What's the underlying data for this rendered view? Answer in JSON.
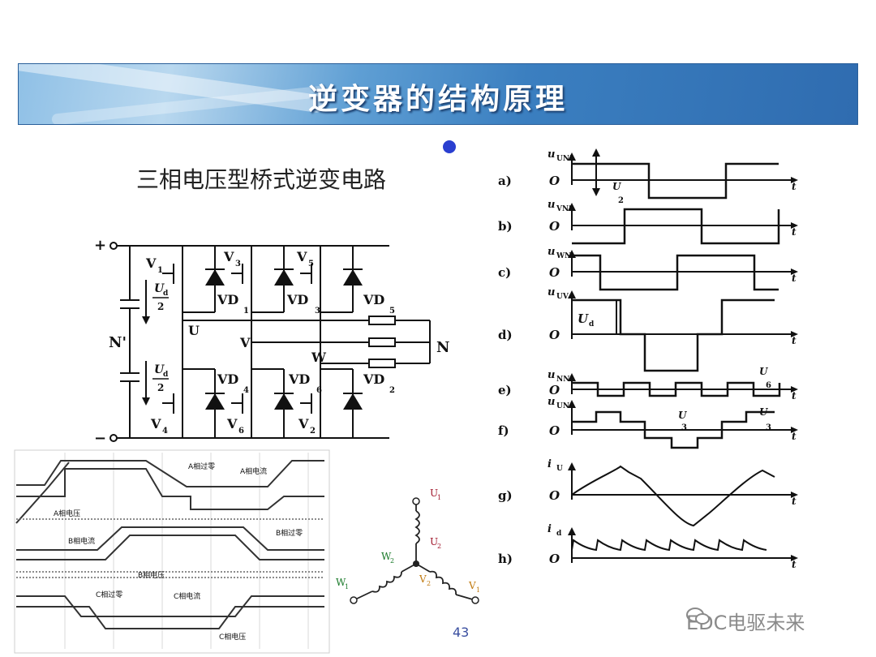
{
  "header": {
    "title": "逆变器的结构原理"
  },
  "circuit": {
    "title": "三相电压型桥式逆变电路",
    "labels": {
      "plus": "+",
      "minus": "−",
      "n_prime": "N'",
      "n": "N",
      "u": "U",
      "v": "V",
      "w": "W",
      "v1": "V",
      "v1s": "1",
      "v3": "V",
      "v3s": "3",
      "v5": "V",
      "v5s": "5",
      "v4": "V",
      "v4s": "4",
      "v6": "V",
      "v6s": "6",
      "v2": "V",
      "v2s": "2",
      "vd1": "VD",
      "vd1s": "1",
      "vd3": "VD",
      "vd3s": "3",
      "vd5": "VD",
      "vd5s": "5",
      "vd4": "VD",
      "vd4s": "4",
      "vd6": "VD",
      "vd6s": "6",
      "vd2": "VD",
      "vd2s": "2",
      "ud_top": "U",
      "ud_sub": "d",
      "ud_den": "2"
    }
  },
  "waveforms": {
    "rows": [
      {
        "tag": "a)",
        "ylabel": "u",
        "ysub": "UN'"
      },
      {
        "tag": "b)",
        "ylabel": "u",
        "ysub": "VN'"
      },
      {
        "tag": "c)",
        "ylabel": "u",
        "ysub": "WN'"
      },
      {
        "tag": "d)",
        "ylabel": "u",
        "ysub": "UV"
      },
      {
        "tag": "e)",
        "ylabel": "u",
        "ysub": "NN'"
      },
      {
        "tag": "f)",
        "ylabel": "u",
        "ysub": "UN"
      },
      {
        "tag": "g)",
        "ylabel": "i",
        "ysub": "U"
      },
      {
        "tag": "h)",
        "ylabel": "i",
        "ysub": "d"
      }
    ],
    "origin": "O",
    "t": "t",
    "annotations": {
      "ud": "U",
      "ud_sub": "d",
      "two": "2",
      "three": "3",
      "six": "6"
    }
  },
  "phase_diagram": {
    "labels": [
      "A相过零",
      "A相电流",
      "A相电压",
      "B相过零",
      "B相电流",
      "B相电压",
      "C相过零",
      "C相电流",
      "C相电压"
    ]
  },
  "star_winding": {
    "labels": {
      "u1": "U",
      "u1s": "1",
      "u2": "U",
      "u2s": "2",
      "w2": "W",
      "w2s": "2",
      "w1": "W",
      "w1s": "1",
      "v2": "V",
      "v2s": "2",
      "v1": "V",
      "v1s": "1"
    }
  },
  "footer": {
    "page_number": "43",
    "watermark": "EDC电驱未来"
  }
}
